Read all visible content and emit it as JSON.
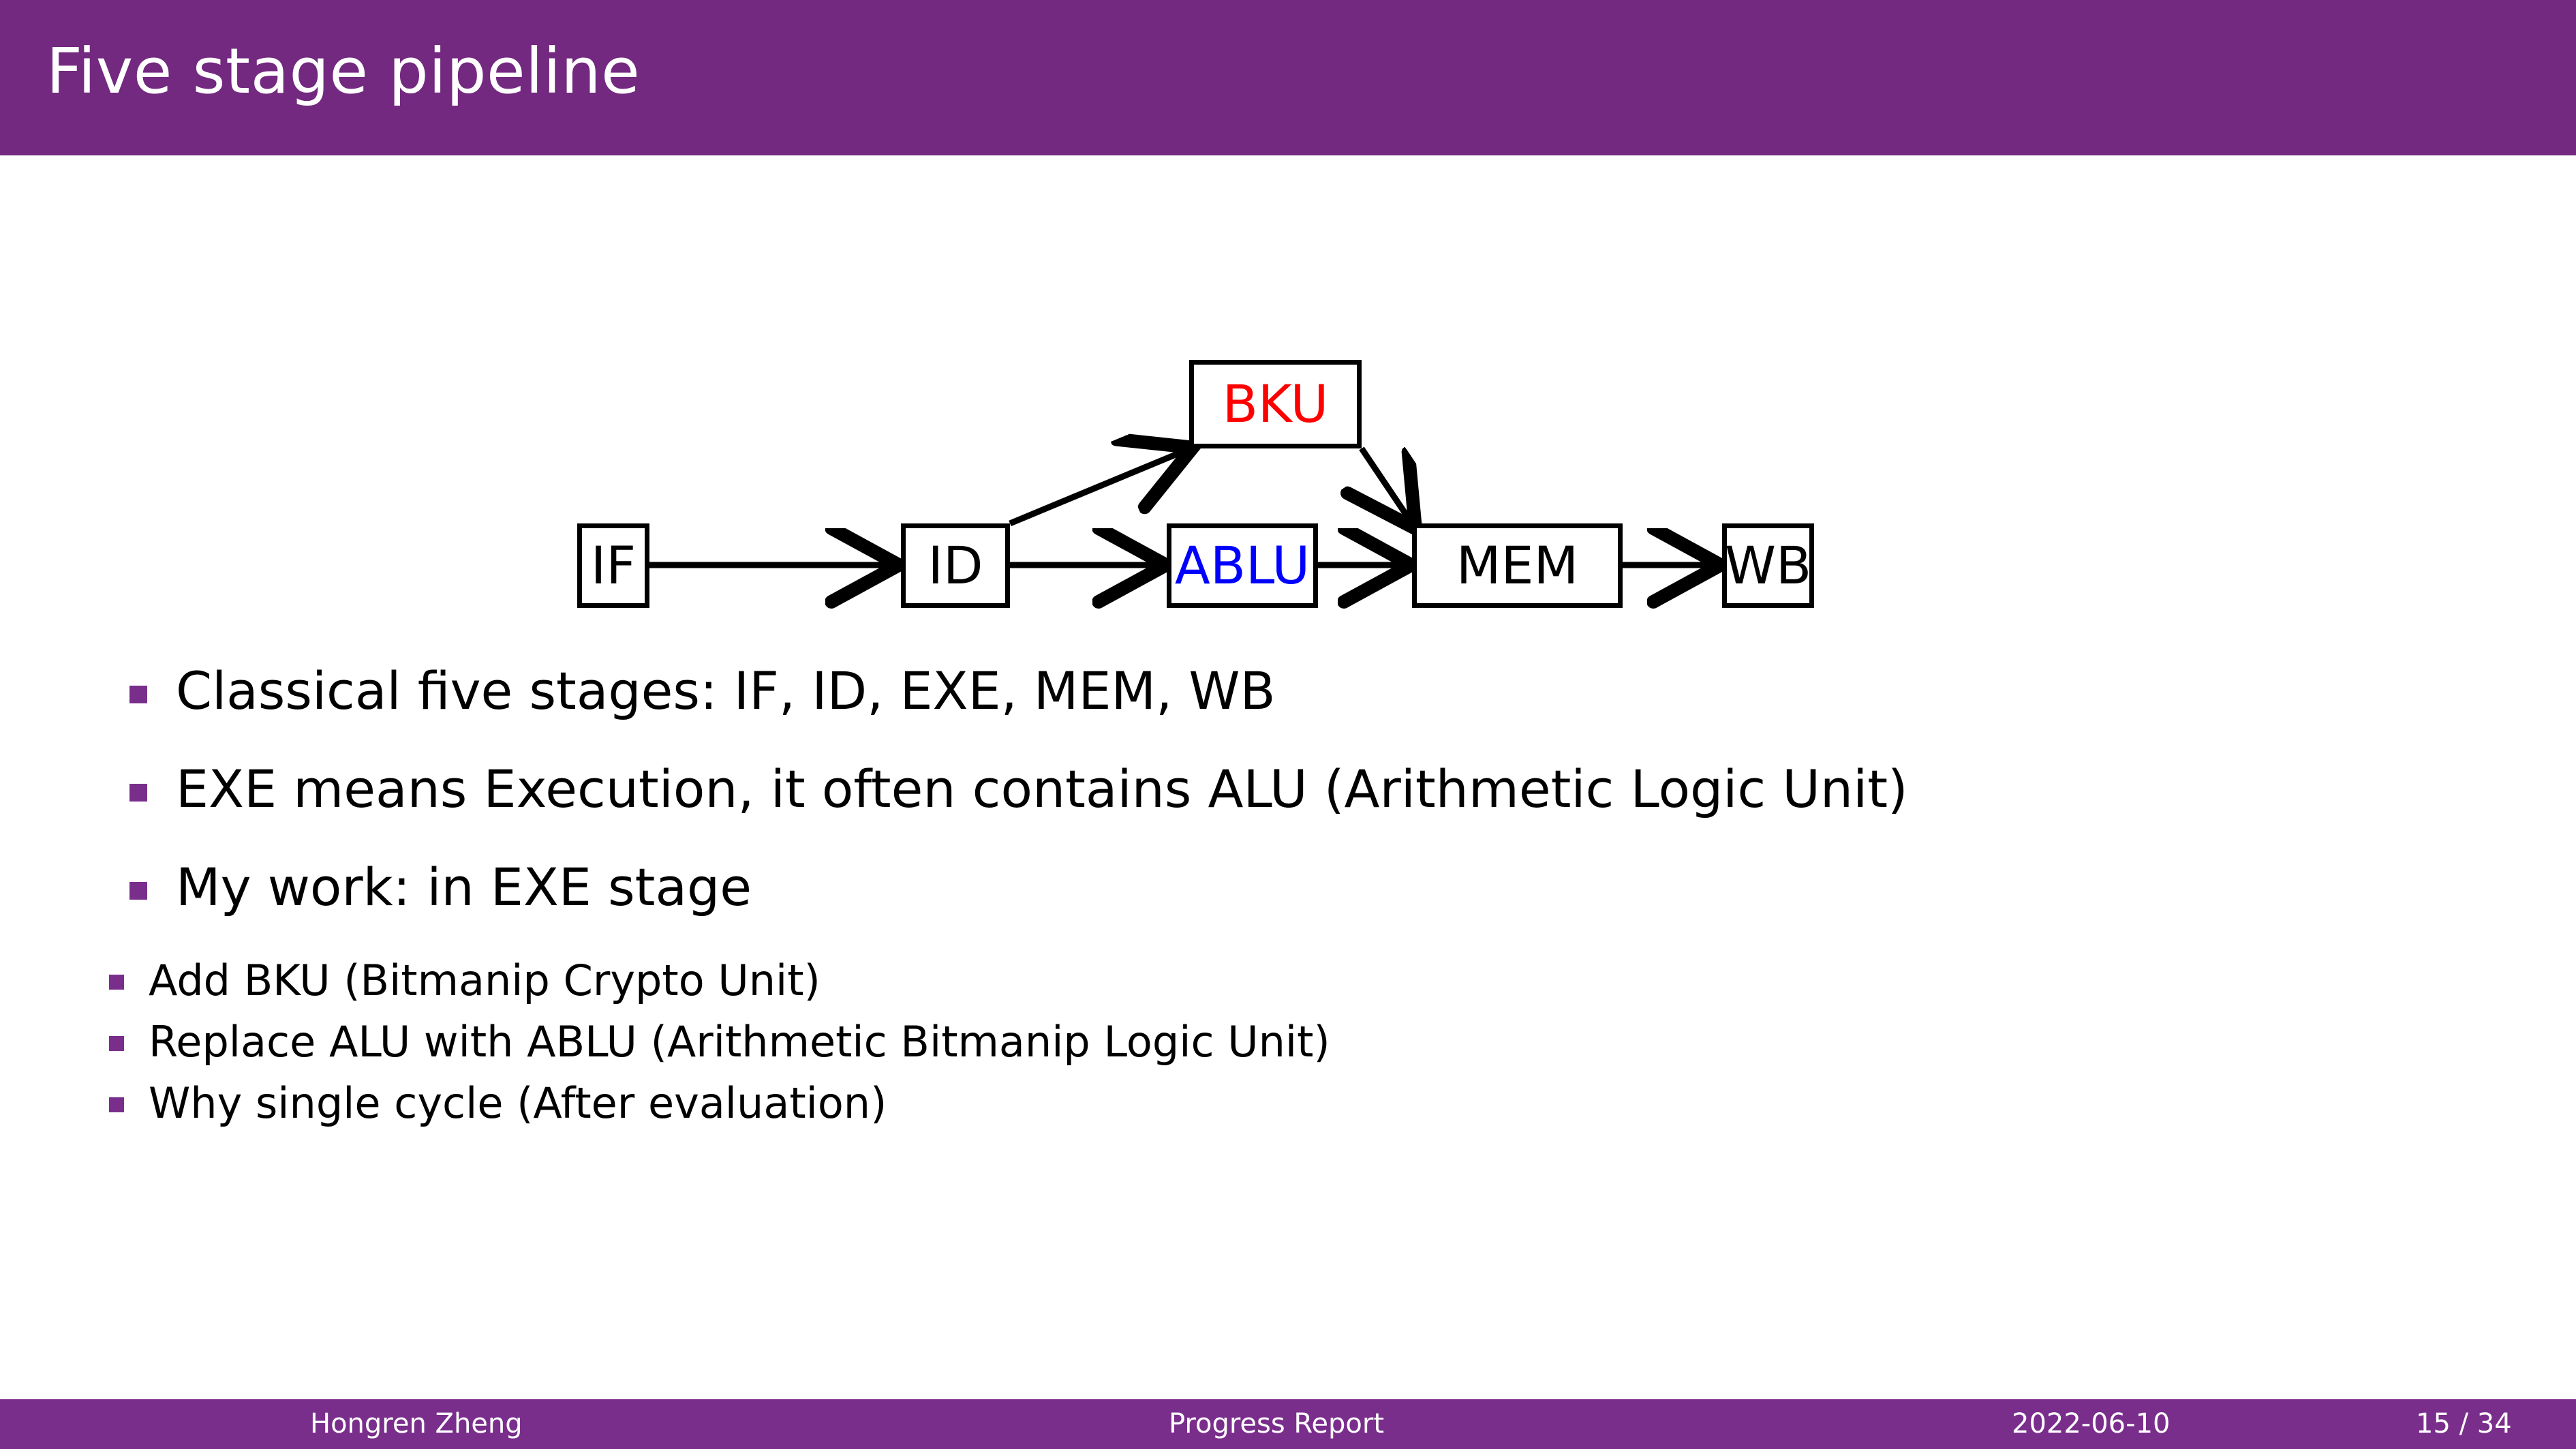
{
  "slide": {
    "title": "Five stage pipeline",
    "theme": {
      "accent_purple": "#72297F",
      "footer_purple": "#7A2E8C",
      "background": "#ffffff",
      "highlight_red": "#FF0000",
      "highlight_blue": "#0000FF"
    }
  },
  "diagram": {
    "name": "five-stage-pipeline",
    "nodes": [
      {
        "id": "if",
        "label": "IF",
        "color": "#000000"
      },
      {
        "id": "id",
        "label": "ID",
        "color": "#000000"
      },
      {
        "id": "bku",
        "label": "BKU",
        "color": "#FF0000"
      },
      {
        "id": "ablu",
        "label": "ABLU",
        "color": "#0000FF"
      },
      {
        "id": "mem",
        "label": "MEM",
        "color": "#000000"
      },
      {
        "id": "wb",
        "label": "WB",
        "color": "#000000"
      }
    ],
    "edges": [
      {
        "from": "IF",
        "to": "ID"
      },
      {
        "from": "ID",
        "to": "ABLU"
      },
      {
        "from": "ID",
        "to": "BKU"
      },
      {
        "from": "BKU",
        "to": "MEM"
      },
      {
        "from": "ABLU",
        "to": "MEM"
      },
      {
        "from": "MEM",
        "to": "WB"
      }
    ]
  },
  "bullets": [
    {
      "text": "Classical five stages: IF, ID, EXE, MEM, WB",
      "children": []
    },
    {
      "text": "EXE means Execution, it often contains ALU (Arithmetic Logic Unit)",
      "children": []
    },
    {
      "text": "My work: in EXE stage",
      "children": [
        "Add BKU (Bitmanip Crypto Unit)",
        "Replace ALU with ABLU (Arithmetic Bitmanip Logic Unit)",
        "Why single cycle (After evaluation)"
      ]
    }
  ],
  "footer": {
    "author": "Hongren Zheng",
    "title": "Progress Report",
    "date": "2022-06-10",
    "page": "15 / 34"
  }
}
